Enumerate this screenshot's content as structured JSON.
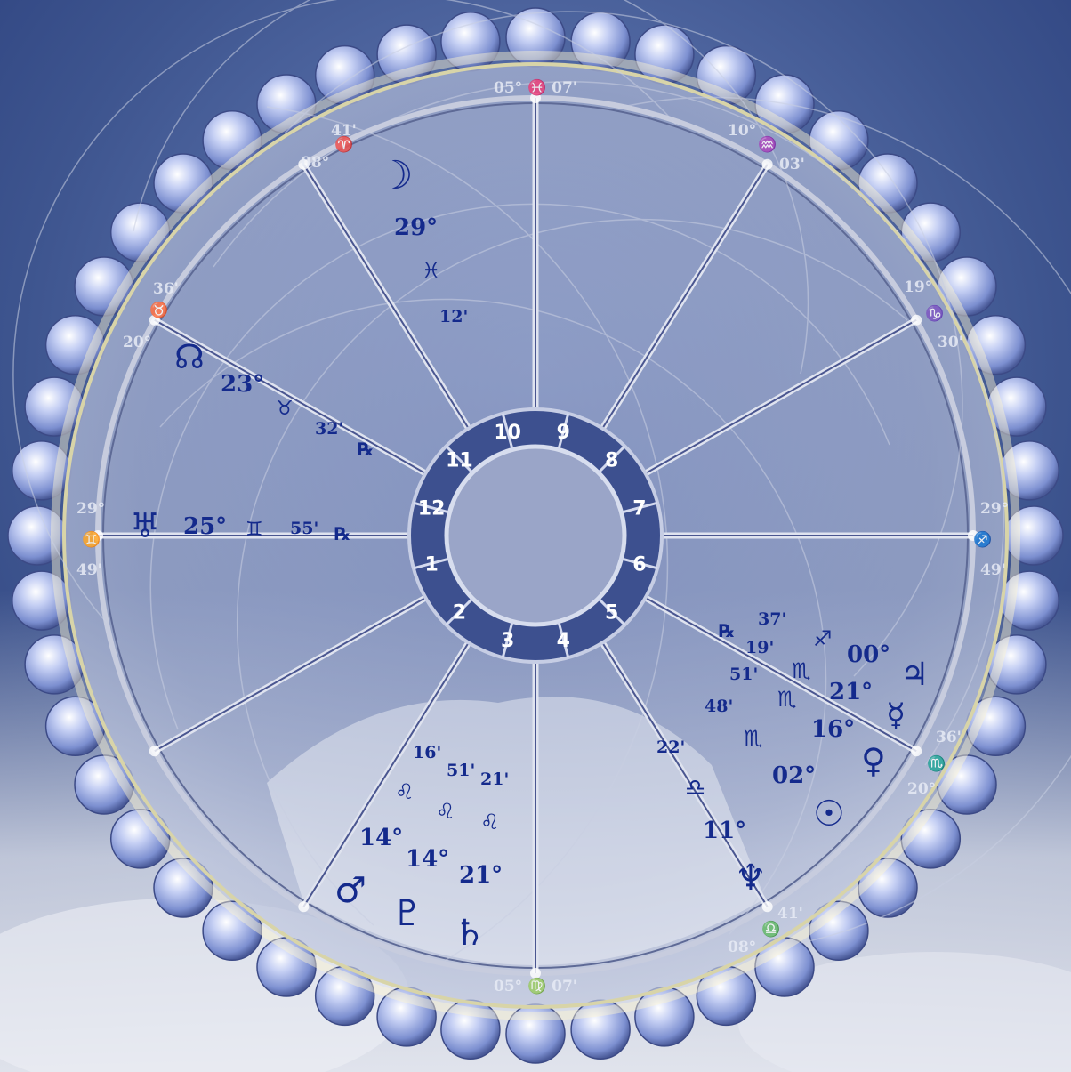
{
  "colors": {
    "sky_dark": "#2c3f80",
    "sky_light": "#7e93c4",
    "wheel_fill": "#9aa6c8",
    "ink": "#142a8c",
    "bead": "#9fb0e8",
    "ring_inner": "#3b4f8f"
  },
  "houses": [
    "1",
    "2",
    "3",
    "4",
    "5",
    "6",
    "7",
    "8",
    "9",
    "10",
    "11",
    "12"
  ],
  "cusps": {
    "mc": "05° ♓ 07'",
    "h11_deg": "08°",
    "h11_sign": "♈",
    "h11_min": "41'",
    "h12_min": "36'",
    "h12_sign": "♉",
    "h12_deg": "20°",
    "asc_deg": "29°",
    "asc_sign": "♊",
    "asc_min": "49'",
    "h9_deg": "10°",
    "h9_sign": "♒",
    "h9_min": "03'",
    "h8_deg": "19°",
    "h8_sign": "♑",
    "h8_min": "30'",
    "dsc_deg": "29°",
    "dsc_sign": "♐",
    "dsc_min": "49'",
    "h6_min": "36'",
    "h6_sign": "♏",
    "h6_deg": "20°",
    "h5_min": "41'",
    "h5_sign": "♎",
    "h5_deg": "08°",
    "ic": "05° ♍ 07'"
  },
  "planets": {
    "moon": {
      "glyph": "☽",
      "deg": "29°",
      "sign": "♓",
      "min": "12'"
    },
    "node": {
      "glyph": "☊",
      "deg": "23°",
      "sign": "♉",
      "min": "32'",
      "retro": "℞"
    },
    "uranus": {
      "glyph": "♅",
      "deg": "25°",
      "sign": "♊",
      "min": "55'",
      "retro": "℞"
    },
    "jupiter": {
      "glyph": "♃",
      "deg": "00°",
      "sign": "♐",
      "min": "37'",
      "retro": "℞"
    },
    "mercury": {
      "glyph": "☿",
      "deg": "21°",
      "sign": "♏",
      "min": "19'"
    },
    "venus": {
      "glyph": "♀",
      "deg": "16°",
      "sign": "♏",
      "min": "51'"
    },
    "sun": {
      "glyph": "☉",
      "deg": "02°",
      "sign": "♏",
      "min": "48'"
    },
    "neptune": {
      "glyph": "♆",
      "deg": "11°",
      "sign": "♎",
      "min": "22'"
    },
    "mars": {
      "glyph": "♂",
      "deg": "14°",
      "sign": "♌",
      "min": "16'"
    },
    "pluto": {
      "glyph": "♇",
      "deg": "14°",
      "sign": "♌",
      "min": "51'"
    },
    "saturn": {
      "glyph": "♄",
      "deg": "21°",
      "sign": "♌",
      "min": "21'"
    }
  }
}
